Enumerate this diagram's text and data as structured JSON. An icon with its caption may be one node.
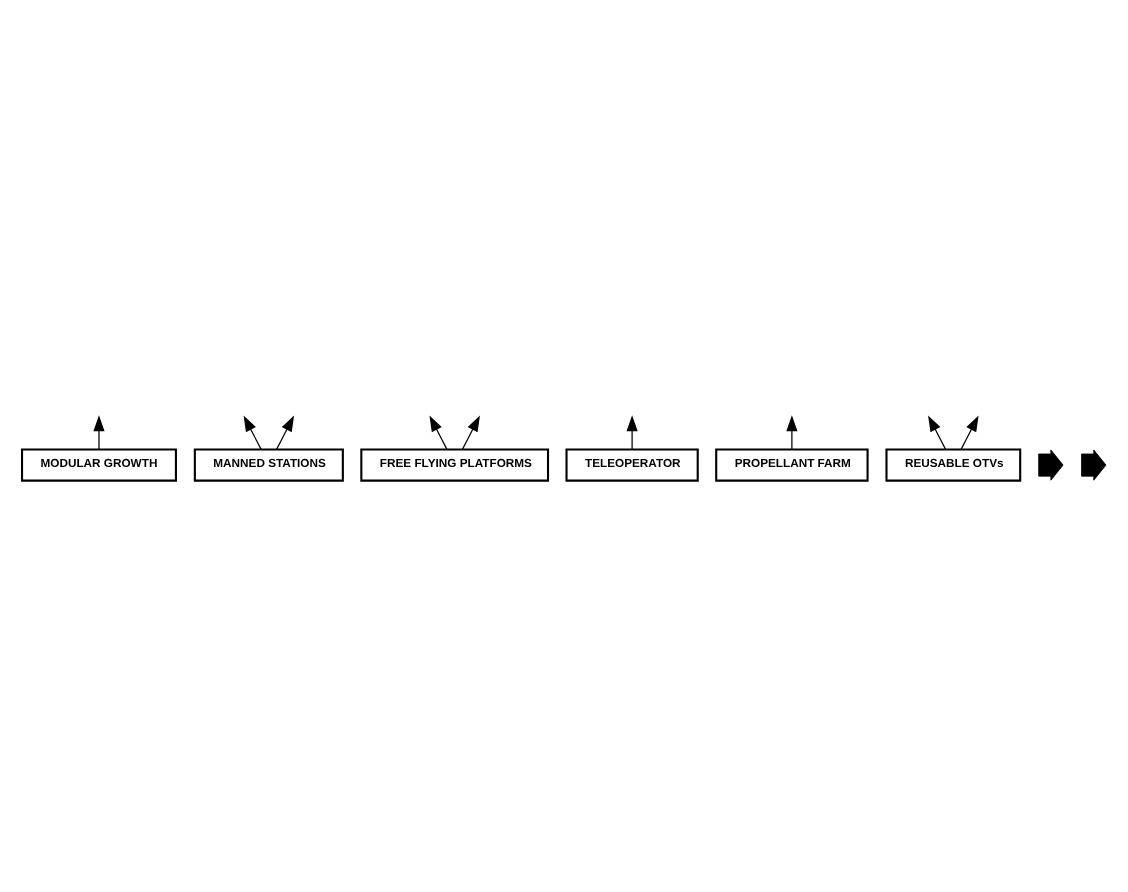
{
  "diagram": {
    "nodes": [
      {
        "text": [
          "MODULAR GROWTH"
        ]
      },
      {
        "text": [
          "MANNED STATIONS"
        ]
      },
      {
        "text": [
          "FREE FLYING PLATFORMS"
        ]
      },
      {
        "text": [
          "TELEOPERATOR"
        ]
      },
      {
        "text": [
          "PROPELLANT FARM"
        ]
      },
      {
        "text": [
          "REUSABLE OTVs"
        ]
      },
      {
        "text": [],
        "shape": "arrow"
      },
      {
        "text": [],
        "shape": "arrow"
      }
    ],
    "edges": [
      {
        "from": 0,
        "to": null,
        "arrow": "to"
      },
      {
        "from": 1,
        "to": null,
        "arrow": "to"
      },
      {
        "from": 1,
        "to": null,
        "arrow": "to"
      },
      {
        "from": 2,
        "to": null,
        "arrow": "to"
      },
      {
        "from": 2,
        "to": null,
        "arrow": "to"
      },
      {
        "from": 3,
        "to": null,
        "arrow": "to"
      },
      {
        "from": 4,
        "to": null,
        "arrow": "to"
      },
      {
        "from": 5,
        "to": null,
        "arrow": "to"
      },
      {
        "from": 5,
        "to": null,
        "arrow": "to"
      }
    ]
  }
}
